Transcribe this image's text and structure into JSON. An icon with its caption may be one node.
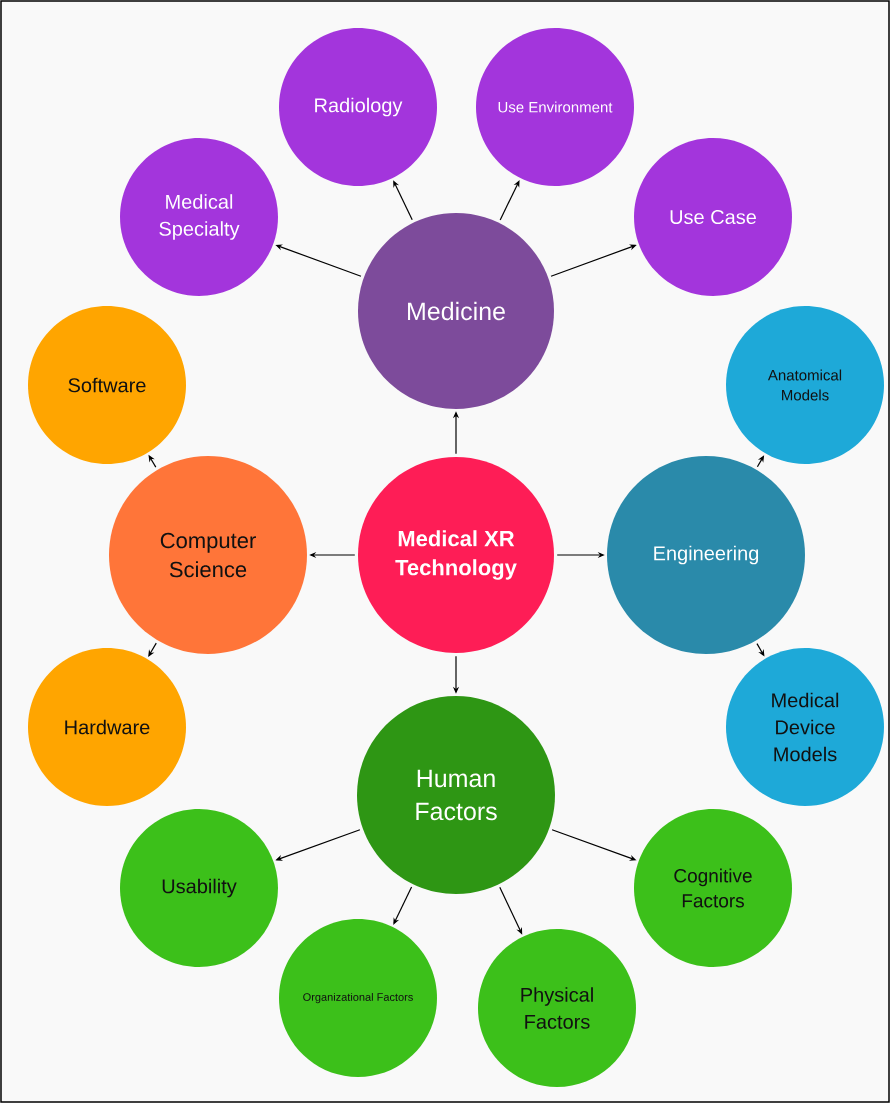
{
  "diagram": {
    "nodes": [
      {
        "text": [
          "Medical XR Technology"
        ]
      },
      {
        "text": [
          "Medicine"
        ]
      },
      {
        "text": [
          "Medical Specialty"
        ]
      },
      {
        "text": [
          "Radiology"
        ]
      },
      {
        "text": [
          "Use Environment"
        ]
      },
      {
        "text": [
          "Use Case"
        ]
      },
      {
        "text": [
          "Computer Science"
        ]
      },
      {
        "text": [
          "Software"
        ]
      },
      {
        "text": [
          "Hardware"
        ]
      },
      {
        "text": [
          "Engineering"
        ]
      },
      {
        "text": [
          "Anatomical Models"
        ]
      },
      {
        "text": [
          "Medical Device Models"
        ]
      },
      {
        "text": [
          "Human Factors"
        ]
      },
      {
        "text": [
          "Usability"
        ]
      },
      {
        "text": [
          "Organizational Factors"
        ]
      },
      {
        "text": [
          "Physical Factors"
        ]
      },
      {
        "text": [
          "Cognitive Factors"
        ]
      }
    ],
    "edges": [
      {
        "from": 0,
        "to": 1,
        "arrow": "to"
      },
      {
        "from": 0,
        "to": 6,
        "arrow": "to"
      },
      {
        "from": 0,
        "to": 9,
        "arrow": "to"
      },
      {
        "from": 0,
        "to": 12,
        "arrow": "to"
      },
      {
        "from": 1,
        "to": 2,
        "arrow": "to"
      },
      {
        "from": 1,
        "to": 3,
        "arrow": "to"
      },
      {
        "from": 1,
        "to": 4,
        "arrow": "to"
      },
      {
        "from": 1,
        "to": 5,
        "arrow": "to"
      },
      {
        "from": 6,
        "to": 7,
        "arrow": "to"
      },
      {
        "from": 6,
        "to": 8,
        "arrow": "to"
      },
      {
        "from": 9,
        "to": 10,
        "arrow": "to"
      },
      {
        "from": 9,
        "to": 11,
        "arrow": "to"
      },
      {
        "from": 12,
        "to": 13,
        "arrow": "to"
      },
      {
        "from": 12,
        "to": 14,
        "arrow": "to"
      },
      {
        "from": 12,
        "to": 15,
        "arrow": "to"
      },
      {
        "from": 12,
        "to": 16,
        "arrow": "to"
      }
    ]
  }
}
